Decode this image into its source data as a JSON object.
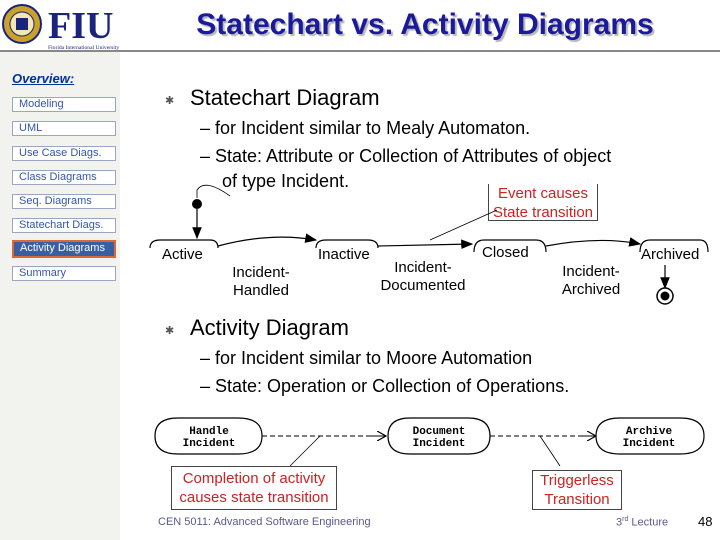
{
  "header": {
    "logo_text": "FIU",
    "logo_subtitle": "Florida International University",
    "title": "Statechart vs. Activity Diagrams"
  },
  "sidebar": {
    "heading": "Overview:",
    "items": [
      {
        "label": "Modeling"
      },
      {
        "label": "UML"
      },
      {
        "label": "Use Case Diags."
      },
      {
        "label": "Class Diagrams"
      },
      {
        "label": "Seq. Diagrams"
      },
      {
        "label": "Statechart Diags."
      },
      {
        "label": "Activity Diagrams"
      },
      {
        "label": "Summary"
      }
    ],
    "active_item": "Activity Diagrams"
  },
  "statechart": {
    "heading": "Statechart Diagram",
    "bullets": [
      "– for Incident similar to Mealy Automaton.",
      "– State: Attribute or Collection of Attributes of object",
      "of type Incident."
    ],
    "note": [
      "Event causes",
      "State transition"
    ],
    "states": [
      "Active",
      "Inactive",
      "Closed",
      "Archived"
    ],
    "transitions": [
      [
        "Incident-",
        "Handled"
      ],
      [
        "Incident-",
        "Documented"
      ],
      [
        "Incident-",
        "Archived"
      ]
    ]
  },
  "activity": {
    "heading": "Activity Diagram",
    "bullets": [
      "– for Incident similar to Moore Automation",
      "– State: Operation or Collection of Operations."
    ],
    "activities": [
      [
        "Handle",
        "Incident"
      ],
      [
        "Document",
        "Incident"
      ],
      [
        "Archive",
        "Incident"
      ]
    ],
    "note_left": [
      "Completion of activity",
      "causes state transition"
    ],
    "note_right": [
      "Triggerless",
      "Transition"
    ]
  },
  "footer": {
    "course": "CEN 5011: Advanced Software Engineering",
    "lecture_num": "3",
    "lecture_sup": "rd",
    "lecture_word": " Lecture",
    "page": "48"
  },
  "colors": {
    "title": "#1a1a9a",
    "note_text": "#cc2222",
    "sidebar_active": "#3a5fa0",
    "sidebar_active_border": "#d86a3a",
    "logo_blue": "#1a237e",
    "logo_gold": "#c9a227"
  }
}
